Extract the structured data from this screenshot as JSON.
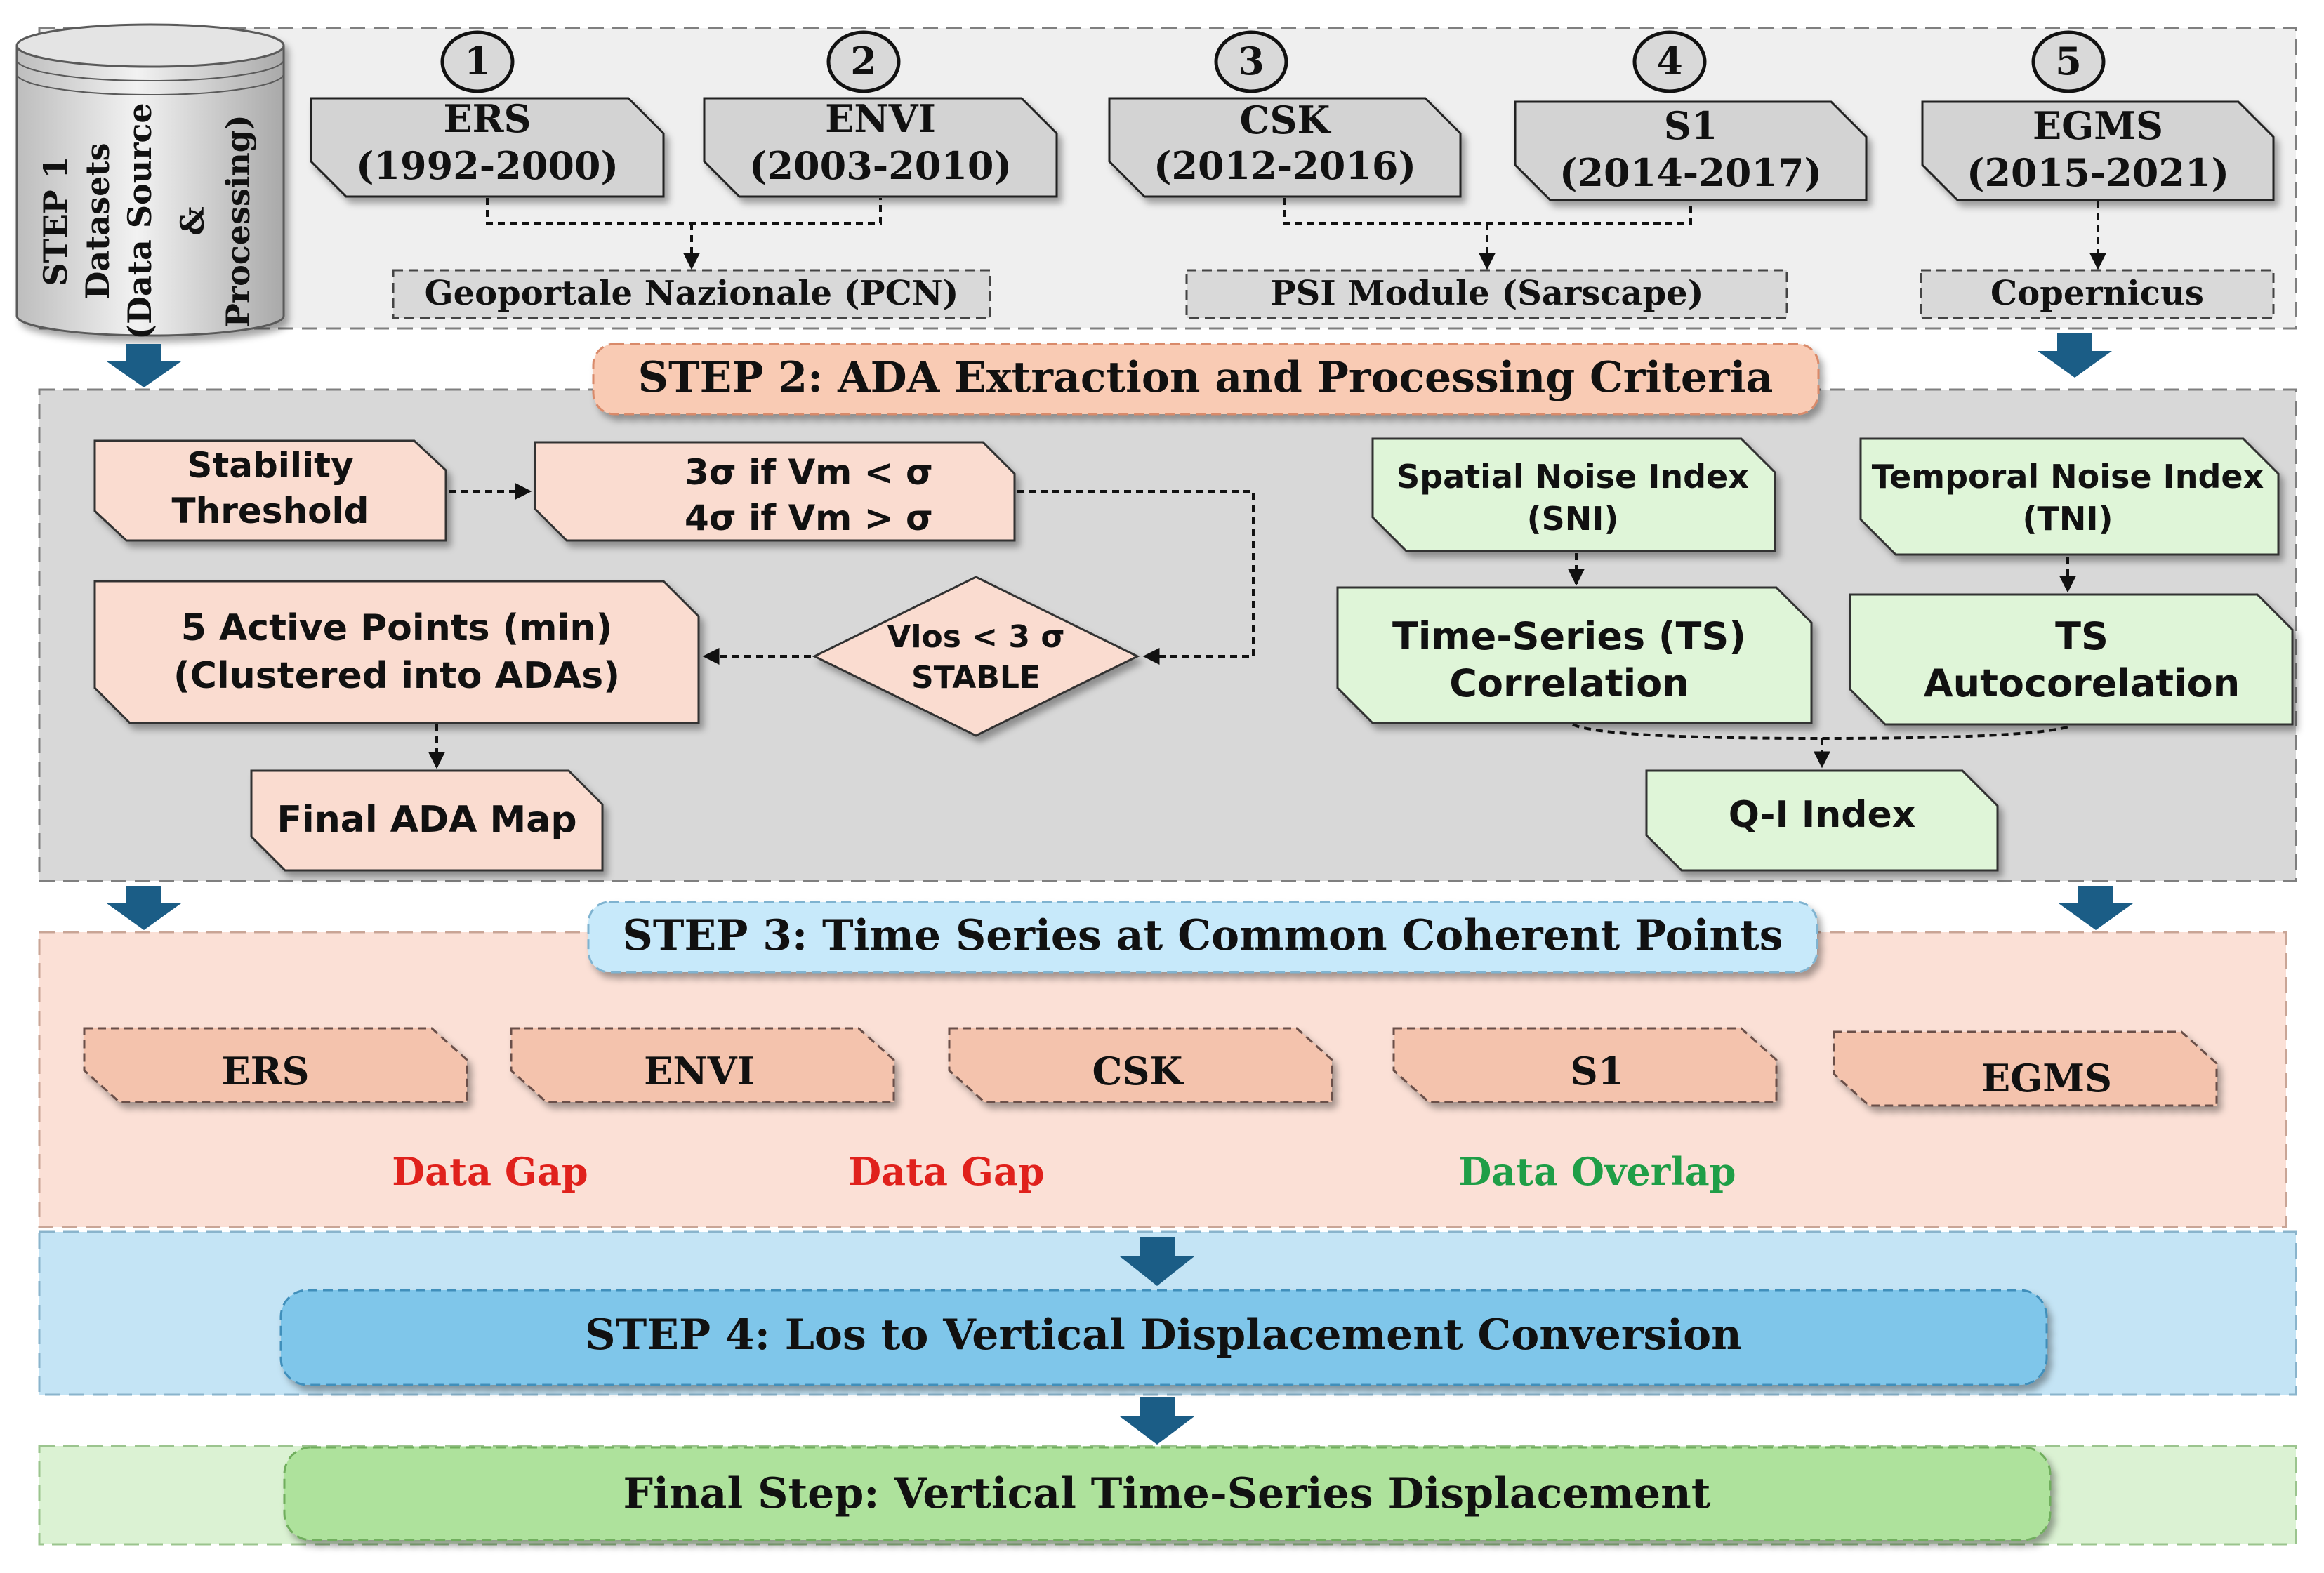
{
  "colors": {
    "step1_band": "#efefef",
    "step2_band": "#d8d8d8",
    "step3_band": "#fbe0d6",
    "step4_band": "#c4e4f5",
    "final_band": "#dbf2d3",
    "salmon_box": "#fadcd0",
    "green_box": "#dff5d8",
    "orange_box": "#f4c3ad",
    "grey_box": "#d3d3d3",
    "step2_banner": "#f9cbb4",
    "step3_banner": "#c7e9fa",
    "step4_banner": "#7fc6ea",
    "final_banner": "#aee29c",
    "arrow_blue": "#1b5d86",
    "gap_red": "#e0211c",
    "overlap_green": "#1f9e47"
  },
  "step1": {
    "database_label": [
      "STEP 1",
      "Datasets",
      "(Data Source",
      "&",
      "Processing)"
    ],
    "numbers": [
      "1",
      "2",
      "3",
      "4",
      "5"
    ],
    "datasets": [
      {
        "name": "ERS",
        "years": "(1992-2000)"
      },
      {
        "name": "ENVI",
        "years": "(2003-2010)"
      },
      {
        "name": "CSK",
        "years": "(2012-2016)"
      },
      {
        "name": "S1",
        "years": "(2014-2017)"
      },
      {
        "name": "EGMS",
        "years": "(2015-2021)"
      }
    ],
    "sources": [
      "Geoportale Nazionale (PCN)",
      "PSI Module (Sarscape)",
      "Copernicus"
    ]
  },
  "step2": {
    "title": "STEP 2: ADA Extraction and Processing Criteria",
    "stability_threshold": [
      "Stability",
      "Threshold"
    ],
    "sigma_rule": [
      "3σ if Vm < σ",
      "4σ if Vm > σ"
    ],
    "decision": [
      "Vlos < 3 σ",
      "STABLE"
    ],
    "active_points": [
      "5 Active Points (min)",
      "(Clustered into ADAs)"
    ],
    "final_map": "Final ADA Map",
    "sni": [
      "Spatial Noise Index",
      "(SNI)"
    ],
    "tni": [
      "Temporal Noise Index",
      "(TNI)"
    ],
    "ts_correlation": [
      "Time-Series (TS)",
      "Correlation"
    ],
    "ts_autocorrelation": [
      "TS",
      "Autocorelation"
    ],
    "qi_index": "Q-I Index"
  },
  "step3": {
    "title": "STEP 3: Time Series at Common Coherent Points",
    "datasets": [
      "ERS",
      "ENVI",
      "CSK",
      "S1",
      "EGMS"
    ],
    "annotations": [
      "Data Gap",
      "Data Gap",
      "Data Overlap"
    ]
  },
  "step4": {
    "title": "STEP 4: Los to Vertical Displacement Conversion"
  },
  "final_step": {
    "title": "Final Step: Vertical Time-Series Displacement"
  }
}
